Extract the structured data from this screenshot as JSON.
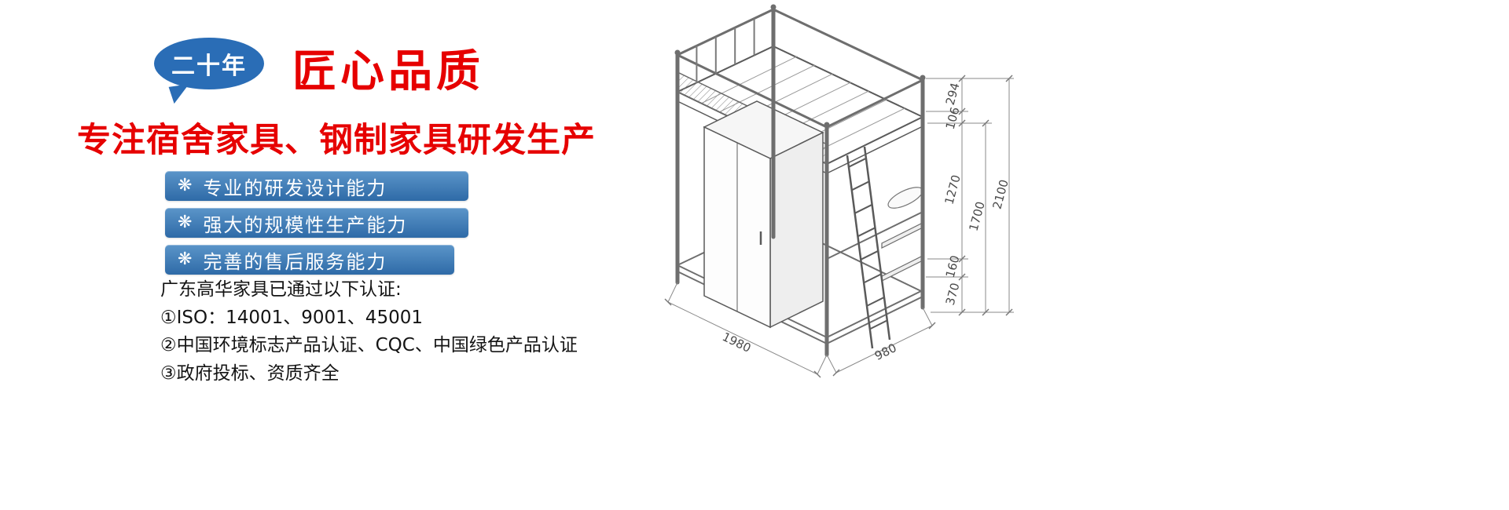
{
  "theme": {
    "colors": {
      "red": "#e60000",
      "bubble": "#2a6db6",
      "bar1": "#5b95c9",
      "bar2": "#2e6aa7",
      "ink": "#141414"
    }
  },
  "hero": {
    "badge_text": "二十年",
    "headline": "匠心品质",
    "subheadline": "专注宿舍家具、钢制家具研发生产"
  },
  "features": {
    "icon": {
      "name": "flower-icon",
      "glyph": "❋"
    },
    "items": [
      {
        "label": "专业的研发设计能力"
      },
      {
        "label": "强大的规模性生产能力"
      },
      {
        "label": "完善的售后服务能力"
      }
    ]
  },
  "certifications": {
    "intro": "广东高华家具已通过以下认证:",
    "items": [
      {
        "text": "①ISO：14001、9001、45001"
      },
      {
        "text": "②中国环境标志产品认证、CQC、中国绿色产品认证"
      },
      {
        "text": "③政府投标、资质齐全"
      }
    ]
  },
  "diagram": {
    "dimensions": {
      "d294": "294",
      "d106": "106",
      "d1270": "1270",
      "d160": "160",
      "d370": "370",
      "d1700": "1700",
      "d2100": "2100",
      "d1980": "1980",
      "d980": "980"
    }
  }
}
